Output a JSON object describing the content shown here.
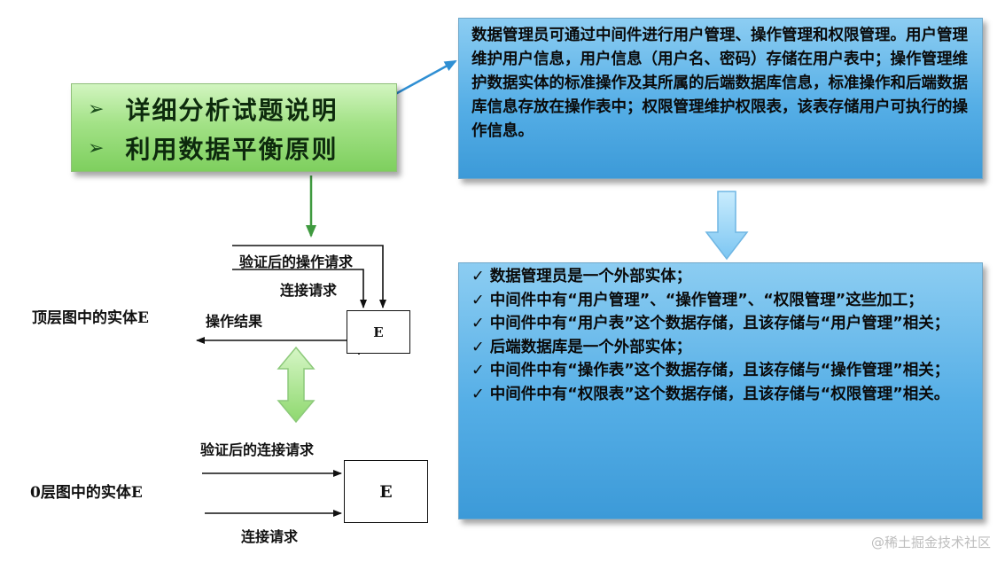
{
  "analysis": {
    "items": [
      "详细分析试题说明",
      "利用数据平衡原则"
    ]
  },
  "description": "数据管理员可通过中间件进行用户管理、操作管理和权限管理。用户管理维护用户信息，用户信息（用户名、密码）存储在用户表中；操作管理维护数据实体的标准操作及其所属的后端数据库信息，标准操作和后端数据库信息存放在操作表中；权限管理维护权限表，该表存储用户可执行的操作信息。",
  "conclusions": [
    "✓ 数据管理员是一个外部实体；",
    "✓ 中间件中有“用户管理”、“操作管理”、“权限管理”这些加工；",
    "✓ 中间件中有“用户表”这个数据存储，且该存储与“用户管理”相关；",
    "✓ 后端数据库是一个外部实体；",
    "✓ 中间件中有“操作表”这个数据存储，且该存储与“操作管理”相关；",
    "✓ 中间件中有“权限表”这个数据存储，且该存储与“权限管理”相关。"
  ],
  "top_diagram": {
    "label": "顶层图中的实体E",
    "entity": "E",
    "flows": {
      "in_verified": "验证后的操作请求",
      "in_connect": "连接请求",
      "out_result": "操作结果"
    }
  },
  "zero_diagram": {
    "label": "0层图中的实体E",
    "entity": "E",
    "flows": {
      "in_verified": "验证后的连接请求",
      "in_connect": "连接请求"
    }
  },
  "watermark": "@稀土掘金技术社区",
  "colors": {
    "green_box": "#a3e287",
    "blue_box": "#55aee6",
    "green_arrow": "#3f9a3f",
    "blue_arrow": "#2f8fd3",
    "light_blue_arrow": "#8fd0f7",
    "light_green_arrow": "#a8e690"
  }
}
